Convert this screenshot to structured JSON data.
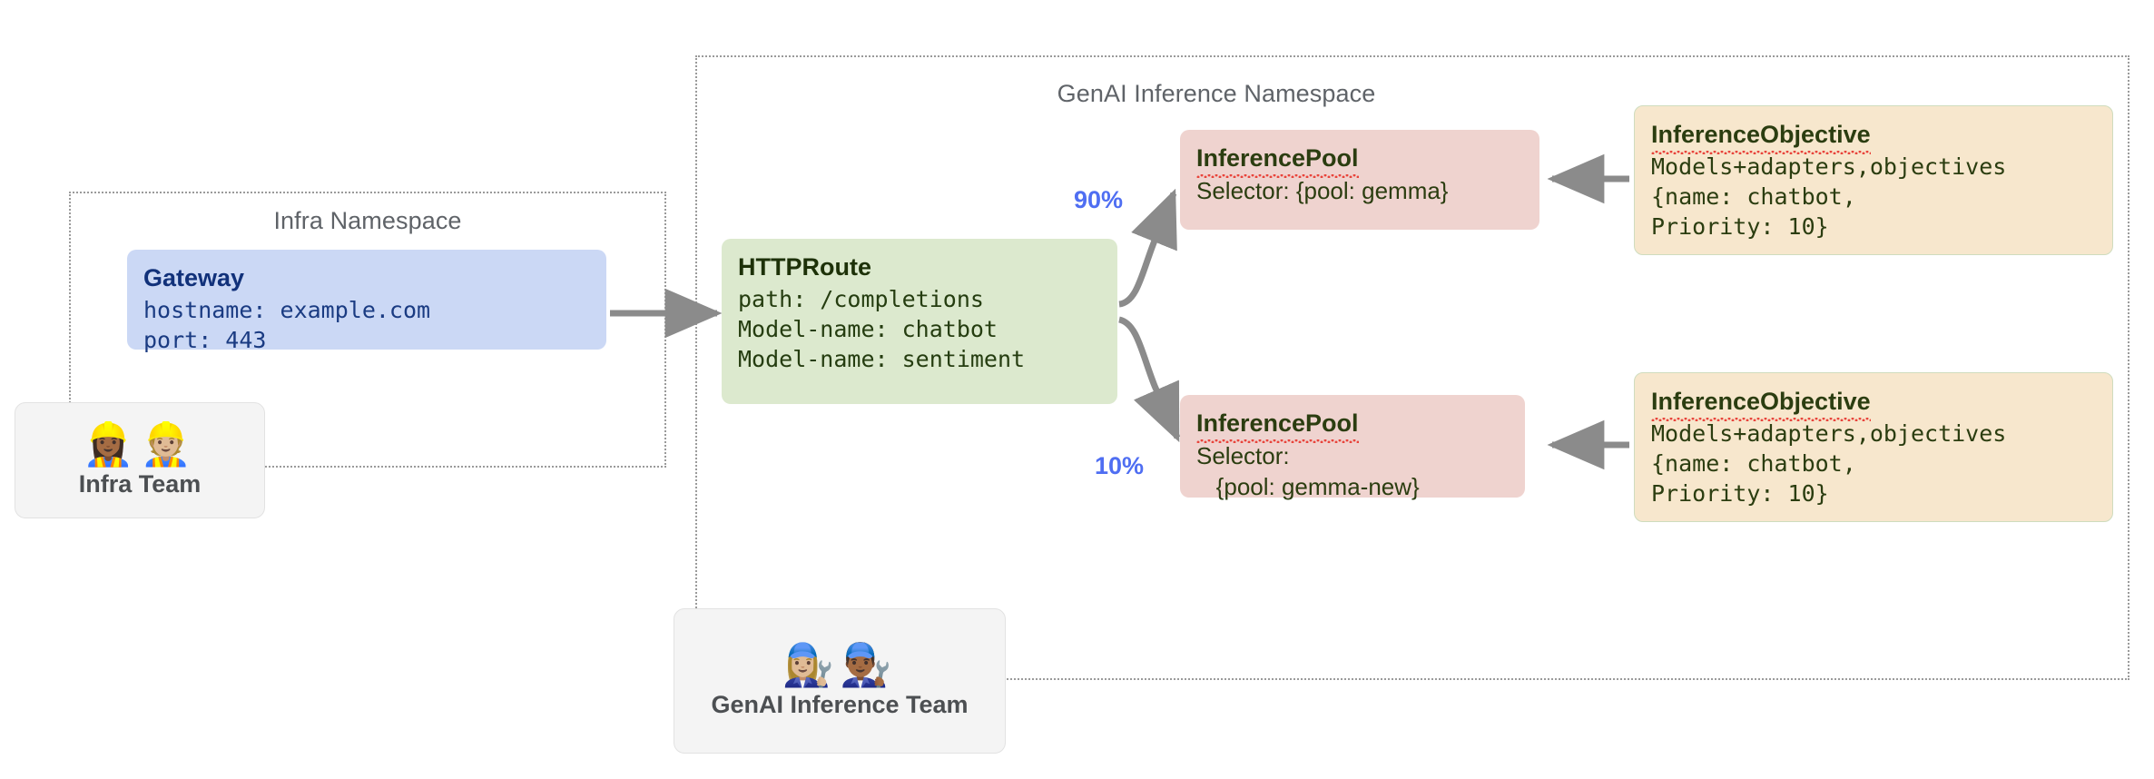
{
  "namespaces": [
    {
      "label": "Infra Namespace"
    },
    {
      "label": "GenAI Inference Namespace"
    }
  ],
  "nodes": {
    "gateway": {
      "title": "Gateway",
      "lines": [
        "hostname: example.com",
        "port: 443"
      ]
    },
    "httproute": {
      "title": "HTTPRoute",
      "lines": [
        "path: /completions",
        "Model-name: chatbot",
        "Model-name: sentiment"
      ]
    },
    "pool_top": {
      "title": "InferencePool",
      "lines": [
        "Selector: {pool: gemma}"
      ]
    },
    "pool_bottom": {
      "title": "InferencePool",
      "lines": [
        "Selector:",
        "   {pool: gemma-new}"
      ]
    },
    "objective_top": {
      "title": "InferenceObjective",
      "lines": [
        "Models+adapters,objectives",
        "{name: chatbot,",
        "Priority: 10}"
      ]
    },
    "objective_bottom": {
      "title": "InferenceObjective",
      "lines": [
        "Models+adapters,objectives",
        "{name: chatbot,",
        "Priority: 10}"
      ]
    }
  },
  "teams": [
    {
      "label": "Infra Team",
      "emojis": "👷🏾‍♀️👷🏼"
    },
    {
      "label": "GenAI Inference Team",
      "emojis": "👩🏼‍🔧👨🏾‍🔧"
    }
  ],
  "edge_labels": [
    {
      "text": "90%"
    },
    {
      "text": "10%"
    }
  ],
  "colors": {
    "gateway_fill": "#cbd8f5",
    "httproute_fill": "#dce9ce",
    "pool_fill": "#efd3cf",
    "objective_fill": "#f7e7cd",
    "edge_stroke": "#8b8b8b",
    "edge_label": "#4f6ef2",
    "namespace_border": "#9a9a9a",
    "team_fill": "#f4f4f4"
  }
}
